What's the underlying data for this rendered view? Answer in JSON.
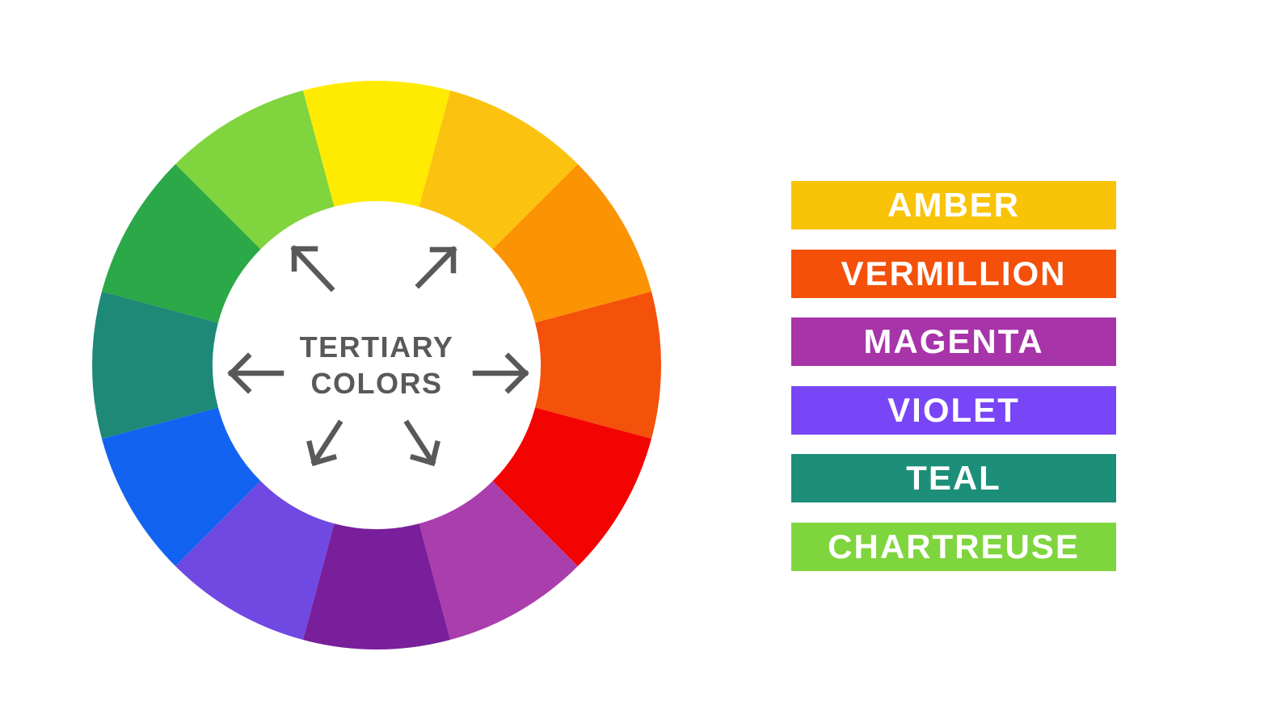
{
  "page": {
    "background_color": "#FFFFFF"
  },
  "wheel": {
    "center_label": {
      "line1": "TERTIARY",
      "line2": "COLORS"
    },
    "text_color": "#58595B",
    "arrow_color": "#58595B",
    "segments": [
      {
        "name": "yellow",
        "color": "#FFEB02"
      },
      {
        "name": "amber",
        "color": "#FBC30F"
      },
      {
        "name": "orange",
        "color": "#FC9303"
      },
      {
        "name": "vermillion",
        "color": "#F4510B"
      },
      {
        "name": "red",
        "color": "#F40303"
      },
      {
        "name": "magenta",
        "color": "#A93EAC"
      },
      {
        "name": "purple",
        "color": "#791F9B"
      },
      {
        "name": "violet",
        "color": "#7049E2"
      },
      {
        "name": "blue",
        "color": "#1363F2"
      },
      {
        "name": "teal",
        "color": "#1E8977"
      },
      {
        "name": "green",
        "color": "#2BA847"
      },
      {
        "name": "chartreuse",
        "color": "#80D43D"
      }
    ],
    "arrows": [
      {
        "name": "arrow-up-left"
      },
      {
        "name": "arrow-up-right"
      },
      {
        "name": "arrow-left"
      },
      {
        "name": "arrow-right"
      },
      {
        "name": "arrow-down-left"
      },
      {
        "name": "arrow-down-right"
      }
    ]
  },
  "legend": {
    "label_color": "#FFFFFF",
    "items": [
      {
        "label": "AMBER",
        "color": "#F9C408"
      },
      {
        "label": "VERMILLION",
        "color": "#F4500A"
      },
      {
        "label": "MAGENTA",
        "color": "#A734A9"
      },
      {
        "label": "VIOLET",
        "color": "#7846F6"
      },
      {
        "label": "TEAL",
        "color": "#1D8E78"
      },
      {
        "label": "CHARTREUSE",
        "color": "#7FD53E"
      }
    ]
  }
}
